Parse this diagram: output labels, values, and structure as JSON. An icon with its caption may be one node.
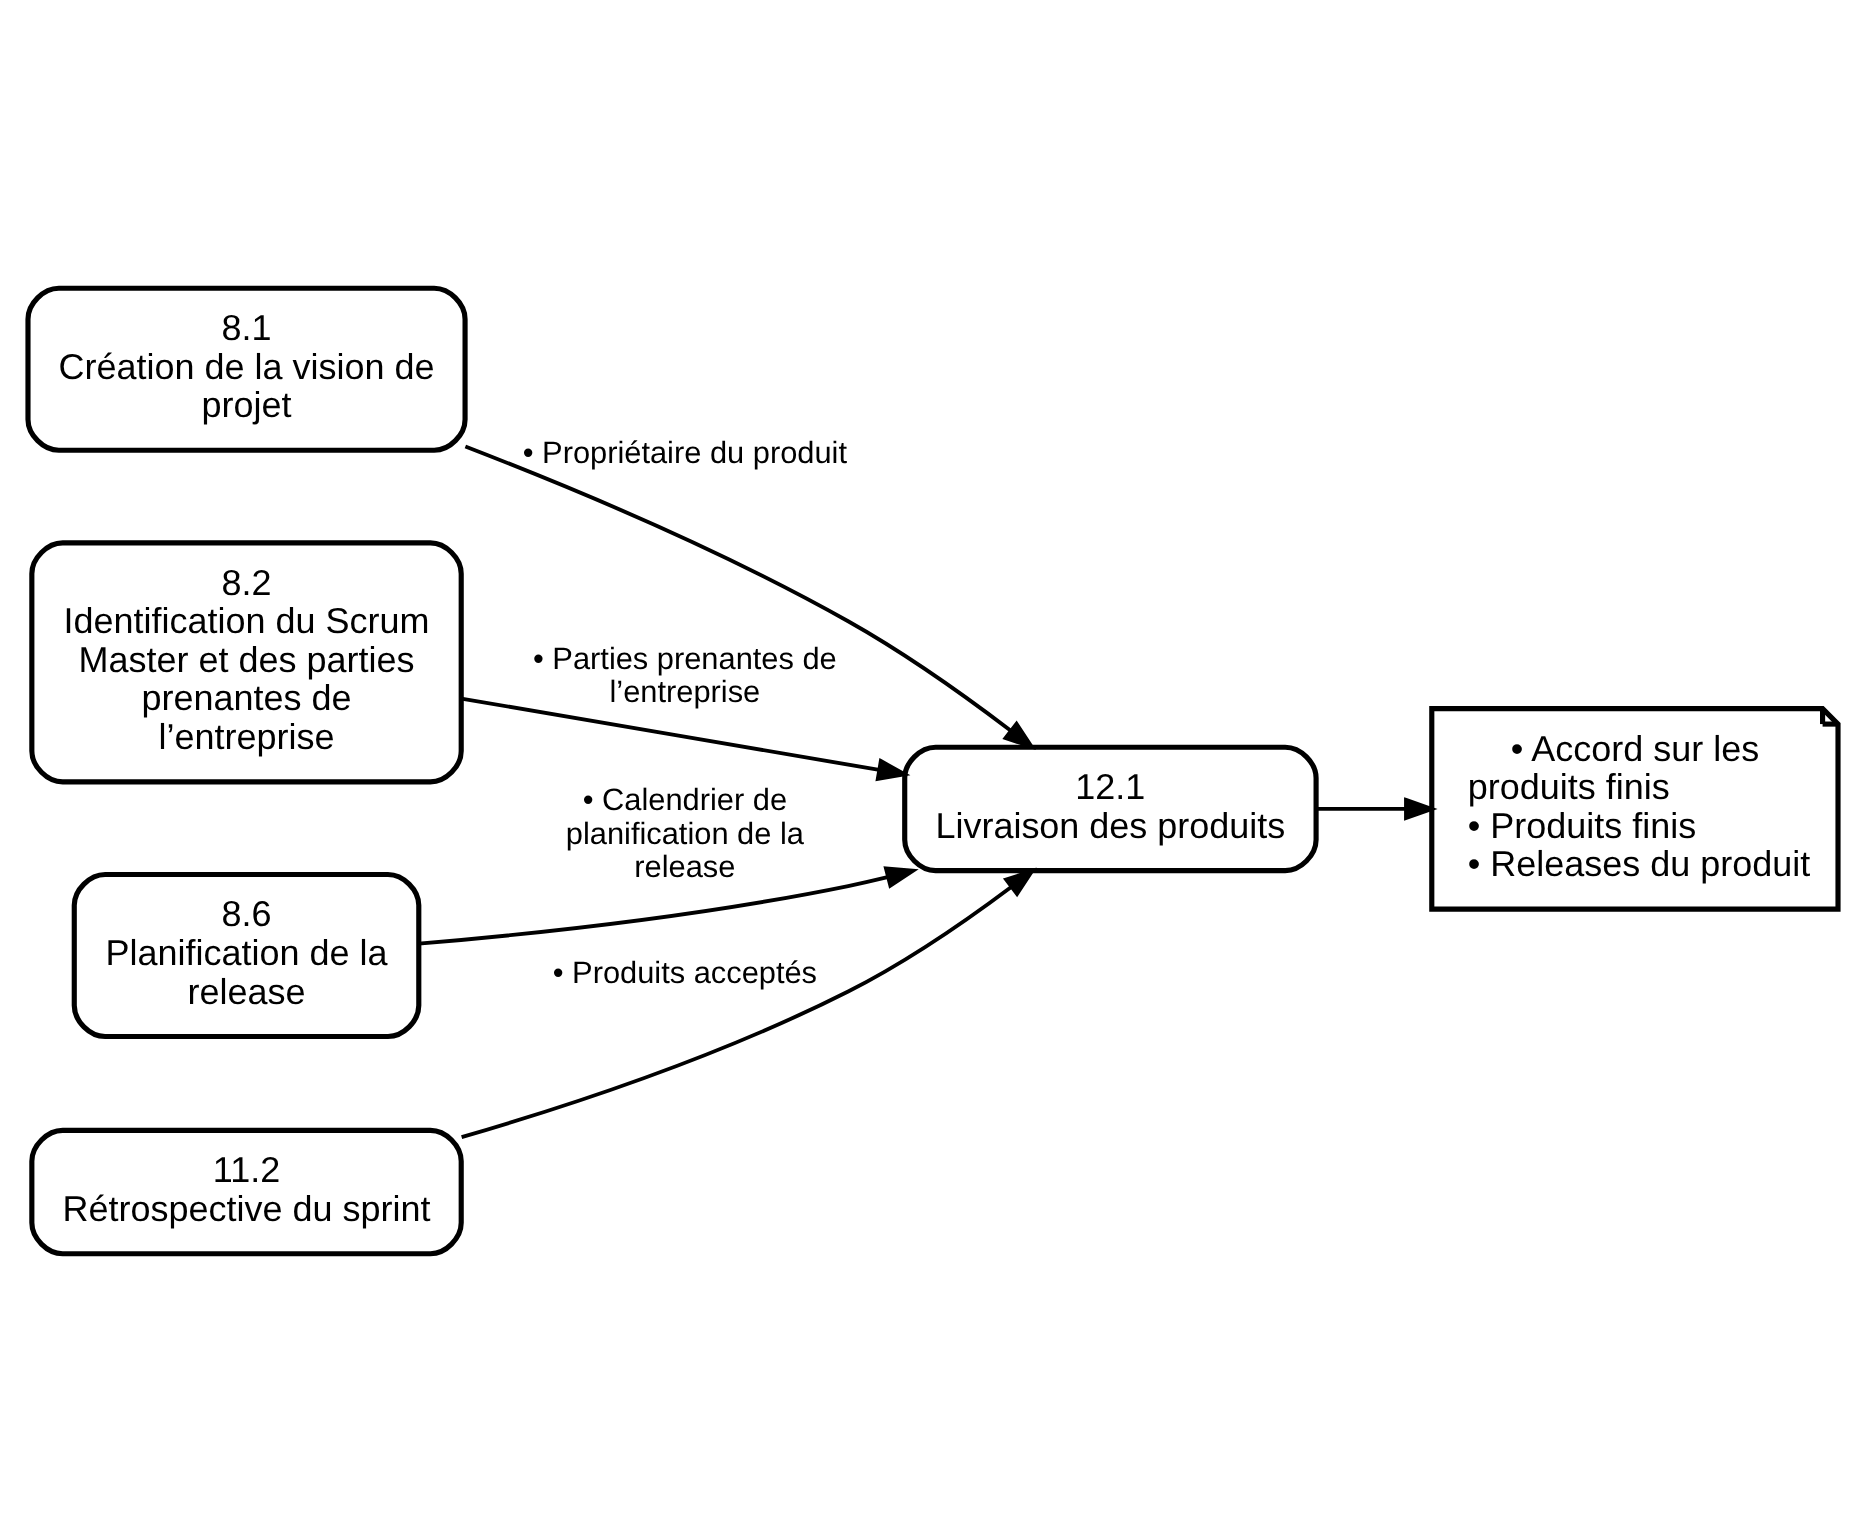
{
  "diagram": {
    "nodes": [
      {
        "text": [
          "8.1",
          "Création de la vision de projet"
        ]
      },
      {
        "text": [
          "8.2",
          "Identification du Scrum Master et des parties prenantes de l’entreprise"
        ]
      },
      {
        "text": [
          "8.6",
          "Planification de la release"
        ]
      },
      {
        "text": [
          "11.2",
          "Rétrospective du sprint"
        ]
      },
      {
        "text": [
          "12.1",
          "Livraison des produits"
        ]
      },
      {
        "text": [
          "• Accord sur les produits finis",
          "• Produits finis",
          "• Releases du produit"
        ]
      }
    ],
    "edges": [
      {
        "from": 0,
        "to": 4,
        "arrow": "to",
        "label": "• Propriétaire du produit"
      },
      {
        "from": 1,
        "to": 4,
        "arrow": "to",
        "label": "• Parties prenantes de l’entreprise"
      },
      {
        "from": 2,
        "to": 4,
        "arrow": "to",
        "label": "• Calendrier de planification de la release"
      },
      {
        "from": 3,
        "to": 4,
        "arrow": "to",
        "label": "• Produits acceptés"
      },
      {
        "from": 4,
        "to": 5,
        "arrow": "to"
      }
    ]
  }
}
